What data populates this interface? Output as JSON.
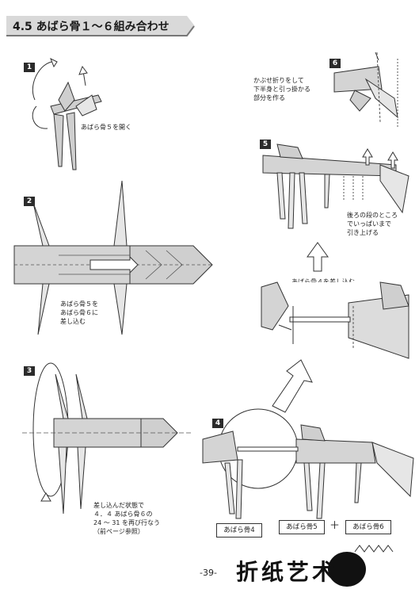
{
  "header": {
    "title": "4.5 あばら骨１～６組み合わせ"
  },
  "steps": {
    "s1": {
      "num": "1",
      "note": "あばら骨５を開く"
    },
    "s2": {
      "num": "2",
      "note": "あばら骨５を\nあばら骨６に\n差し込む"
    },
    "s3": {
      "num": "3",
      "note": "差し込んだ状態で\n４．４ あばら骨６の\n24 ～ 31 を再び行なう\n（前ページ参照）"
    },
    "s4": {
      "num": "4",
      "note": "あばら骨４を差し込む"
    },
    "s5": {
      "num": "5",
      "note": "後ろの段のところ\nでいっぱいまで\n引き上げる"
    },
    "s6": {
      "num": "6",
      "note": "かぶせ折りをして\n下半身と引っ掛かる\n部分を作る"
    }
  },
  "labels": {
    "bone4": "あばら骨4",
    "bone5": "あばら骨5",
    "bone6": "あばら骨6",
    "plus": "＋"
  },
  "footer": {
    "page": "-39-",
    "logo_text": "折纸艺术"
  }
}
